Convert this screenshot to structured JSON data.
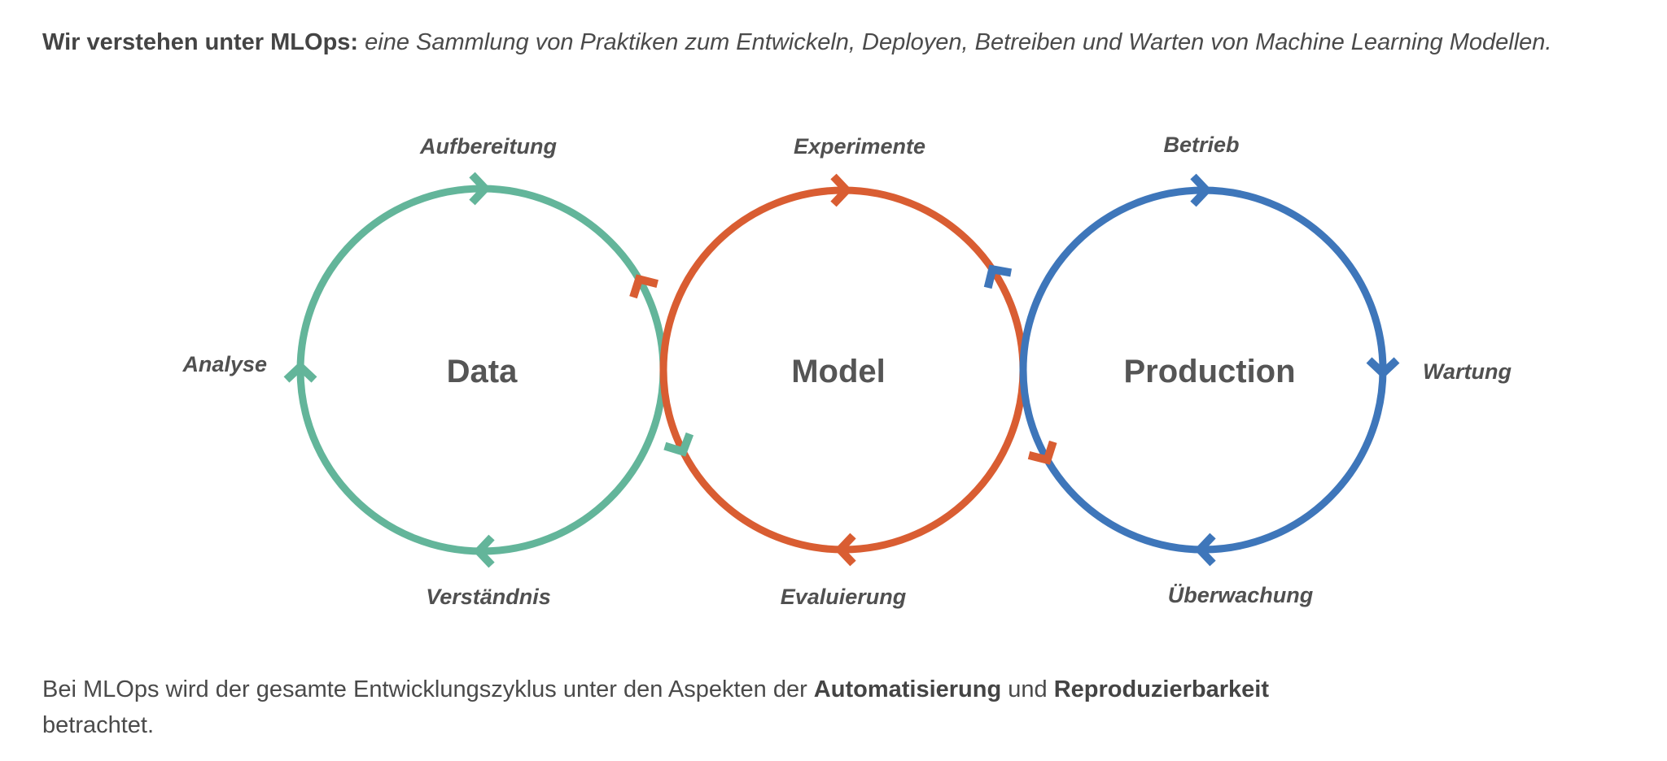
{
  "intro": {
    "bold": "Wir verstehen unter MLOps:",
    "italic": "eine Sammlung von Praktiken zum Entwickeln, Deployen, Betreiben und Warten von Machine Learning Modellen."
  },
  "cycles": [
    {
      "name": "Data",
      "color": "#63b59a",
      "labels": {
        "top": "Aufbereitung",
        "side": "Analyse",
        "bottom": "Verständnis"
      }
    },
    {
      "name": "Model",
      "color": "#d95d32",
      "labels": {
        "top": "Experimente",
        "bottom": "Evaluierung"
      }
    },
    {
      "name": "Production",
      "color": "#3e76ba",
      "labels": {
        "top": "Betrieb",
        "side": "Wartung",
        "bottom": "Überwachung"
      }
    }
  ],
  "outro": {
    "text1": "Bei MLOps wird der gesamte Entwicklungszyklus unter den Aspekten der ",
    "bold1": "Automatisierung",
    "text2": " und ",
    "bold2": "Reproduzierbarkeit",
    "text3": " betrachtet."
  }
}
